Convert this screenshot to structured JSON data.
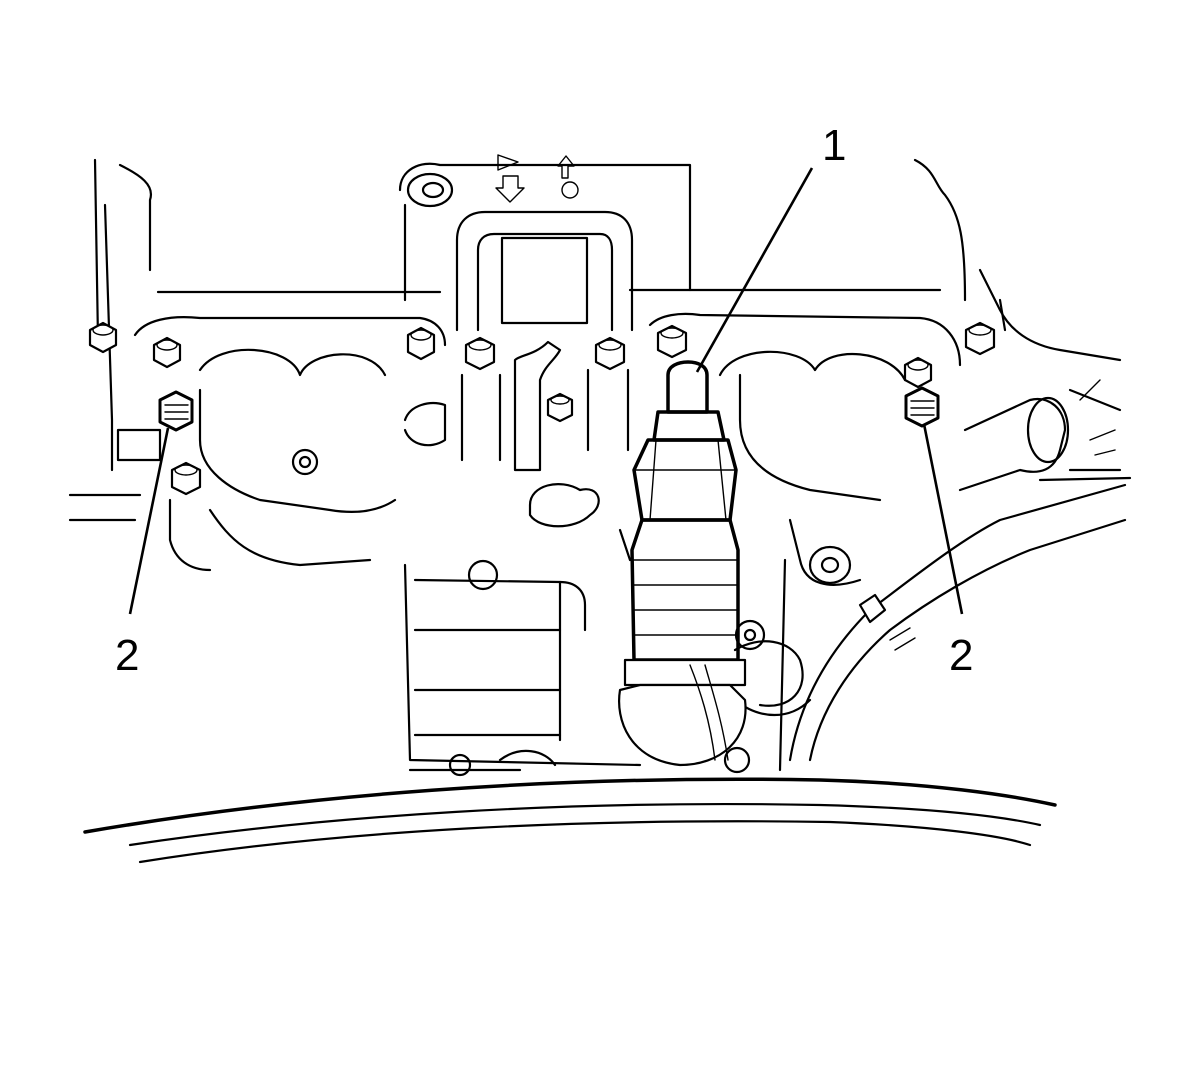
{
  "callouts": [
    {
      "id": "1",
      "label": "1"
    },
    {
      "id": "2-left",
      "label": "2"
    },
    {
      "id": "2-right",
      "label": "2"
    }
  ]
}
